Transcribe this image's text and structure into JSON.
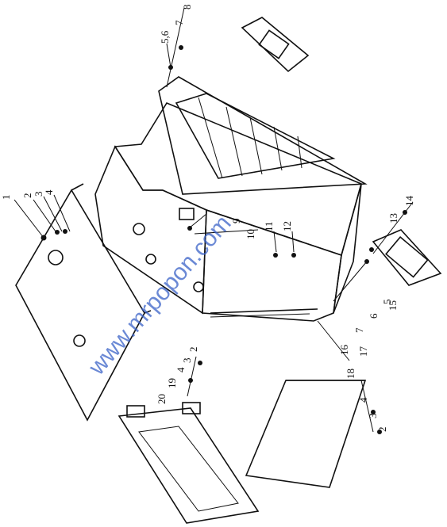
{
  "watermark": "www.mrpopon.com",
  "callouts": [
    "1",
    "2",
    "3",
    "4",
    "5,6",
    "7",
    "8",
    "9",
    "10",
    "11",
    "12",
    "13",
    "14",
    "15",
    "16",
    "7",
    "6",
    "5",
    "17",
    "18",
    "4",
    "3",
    "2",
    "20",
    "19",
    "4",
    "3",
    "2"
  ]
}
